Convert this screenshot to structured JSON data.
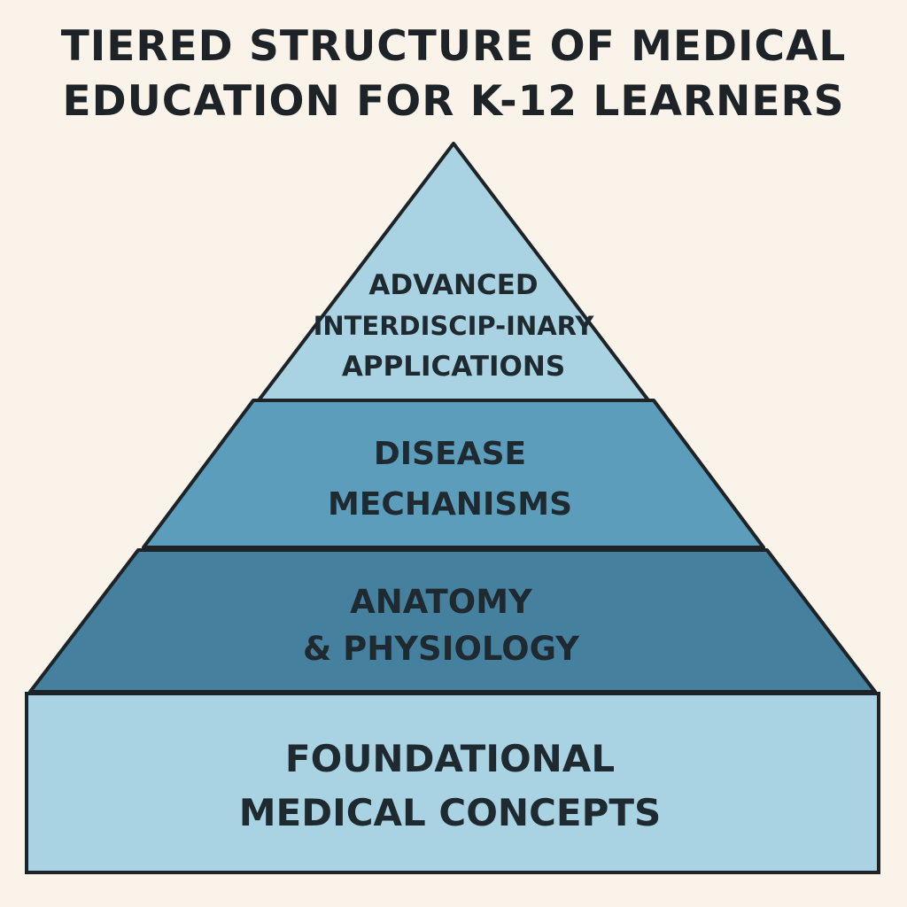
{
  "title": {
    "line1": "TIERED STRUCTURE OF MEDICAL",
    "line2": "EDUCATION FOR K-12 LEARNERS"
  },
  "tiers": [
    {
      "lines": [
        "ADVANCED",
        "INTERDISCIP-INARY",
        "APPLICATIONS"
      ],
      "fill": "#a9d3e2"
    },
    {
      "lines": [
        "DISEASE",
        "MECHANISMS"
      ],
      "fill": "#5b9dbb"
    },
    {
      "lines": [
        "ANATOMY",
        "& PHYSIOLOGY"
      ],
      "fill": "#45809f"
    },
    {
      "lines": [
        "FOUNDATIONAL",
        "MEDICAL CONCEPTS"
      ],
      "fill": "#a9d3e2"
    }
  ],
  "colors": {
    "background": "#faf3ea",
    "outline": "#1d2327",
    "text": "#1f2a30"
  }
}
